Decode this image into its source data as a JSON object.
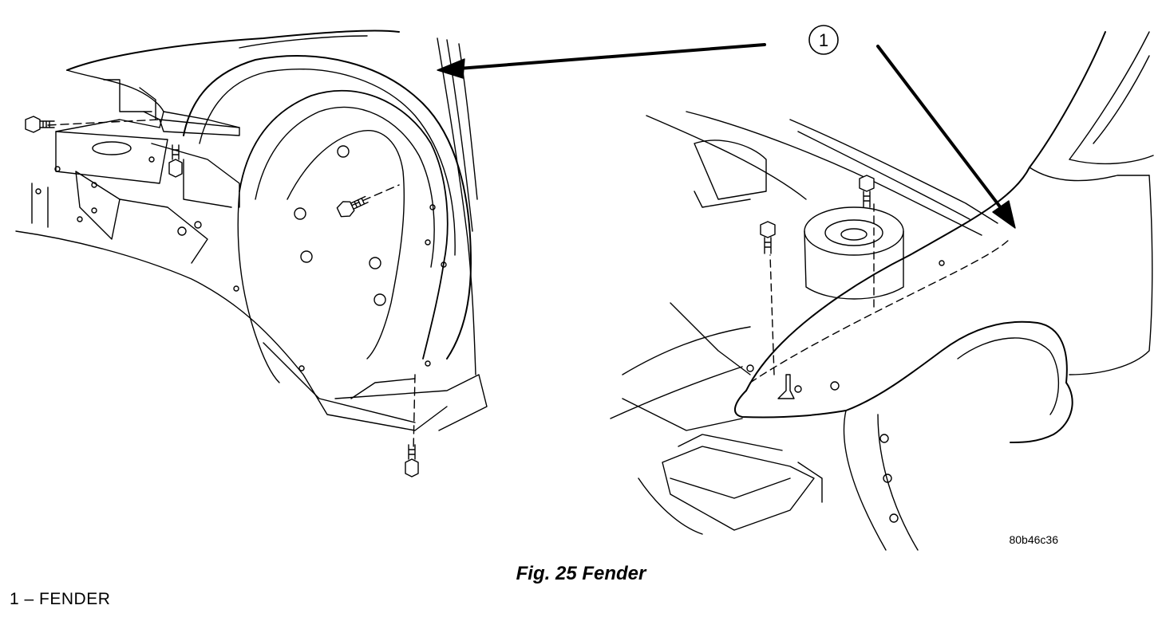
{
  "figure": {
    "callout_number": "1",
    "figure_code": "80b46c36",
    "caption": "Fig. 25 Fender"
  },
  "legend": [
    {
      "number": "1",
      "separator": " – ",
      "label": "FENDER"
    }
  ]
}
